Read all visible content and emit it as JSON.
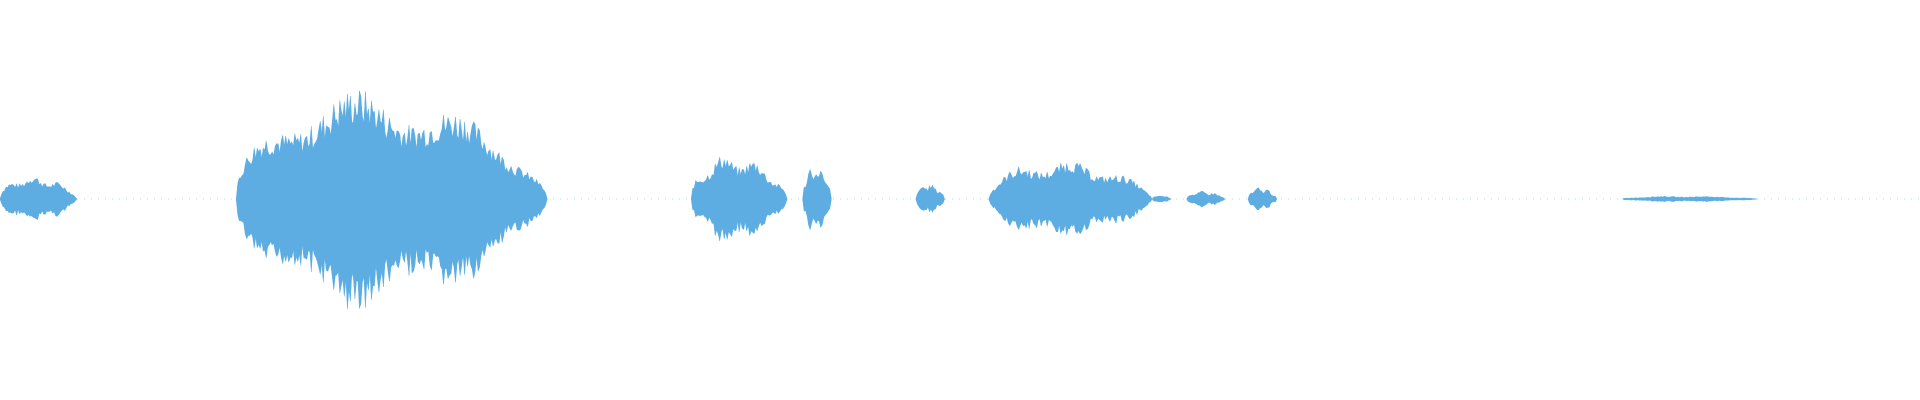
{
  "waveform": {
    "color": "#5dade2",
    "background": "#ffffff",
    "segments": [
      {
        "start": 0.0,
        "end": 0.04,
        "peak": 0.12
      },
      {
        "start": 0.123,
        "end": 0.285,
        "peak": 0.56
      },
      {
        "start": 0.36,
        "end": 0.41,
        "peak": 0.23
      },
      {
        "start": 0.418,
        "end": 0.433,
        "peak": 0.18
      },
      {
        "start": 0.477,
        "end": 0.492,
        "peak": 0.08
      },
      {
        "start": 0.515,
        "end": 0.6,
        "peak": 0.2
      },
      {
        "start": 0.6,
        "end": 0.61,
        "peak": 0.02
      },
      {
        "start": 0.618,
        "end": 0.638,
        "peak": 0.04
      },
      {
        "start": 0.65,
        "end": 0.665,
        "peak": 0.06
      },
      {
        "start": 0.845,
        "end": 0.915,
        "peak": 0.015
      }
    ]
  }
}
